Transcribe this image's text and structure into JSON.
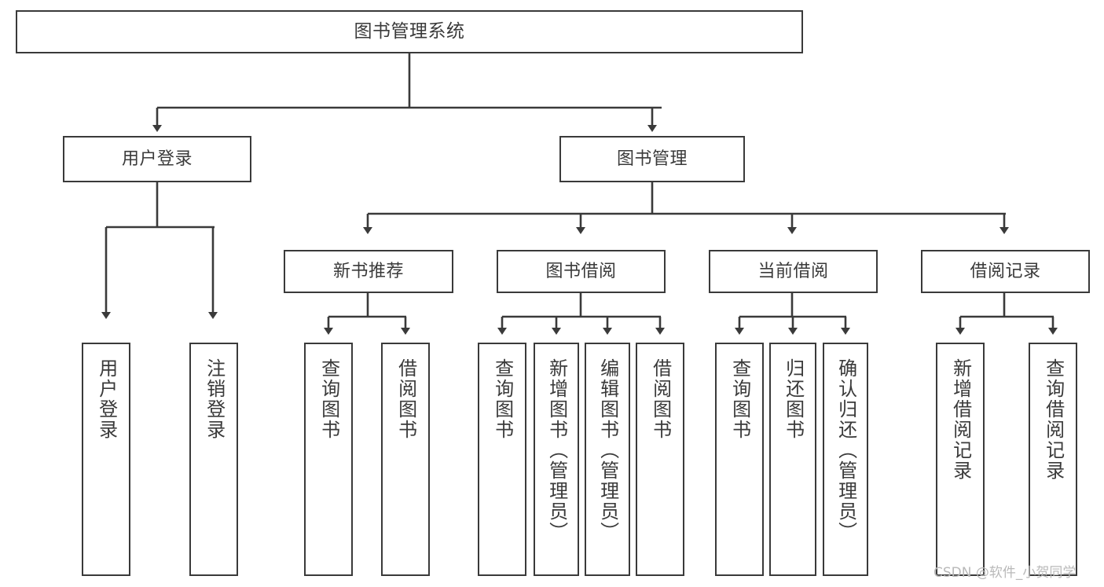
{
  "diagram": {
    "title": "图书管理系统",
    "type": "tree-hierarchy-diagram",
    "colors": {
      "stroke": "#3a3a3a",
      "fill": "#ffffff",
      "background": "#ffffff",
      "watermark": "#b9b9b9"
    },
    "root": {
      "label": "图书管理系统"
    },
    "level2": [
      {
        "label": "用户登录"
      },
      {
        "label": "图书管理"
      }
    ],
    "level3": [
      {
        "label": "新书推荐"
      },
      {
        "label": "图书借阅"
      },
      {
        "label": "当前借阅"
      },
      {
        "label": "借阅记录"
      }
    ],
    "leaves": {
      "user_login": [
        {
          "label": "用户登录"
        },
        {
          "label": "注销登录"
        }
      ],
      "new_book_recommend": [
        {
          "label": "查询图书"
        },
        {
          "label": "借阅图书"
        }
      ],
      "book_borrow": [
        {
          "label": "查询图书"
        },
        {
          "label": "新增图书（管理员）"
        },
        {
          "label": "编辑图书（管理员）"
        },
        {
          "label": "借阅图书"
        }
      ],
      "current_borrow": [
        {
          "label": "查询图书"
        },
        {
          "label": "归还图书"
        },
        {
          "label": "确认归还（管理员）"
        }
      ],
      "borrow_record": [
        {
          "label": "新增借阅记录"
        },
        {
          "label": "查询借阅记录"
        }
      ]
    }
  },
  "watermark": {
    "text": "CSDN @软件_小贺同学"
  }
}
